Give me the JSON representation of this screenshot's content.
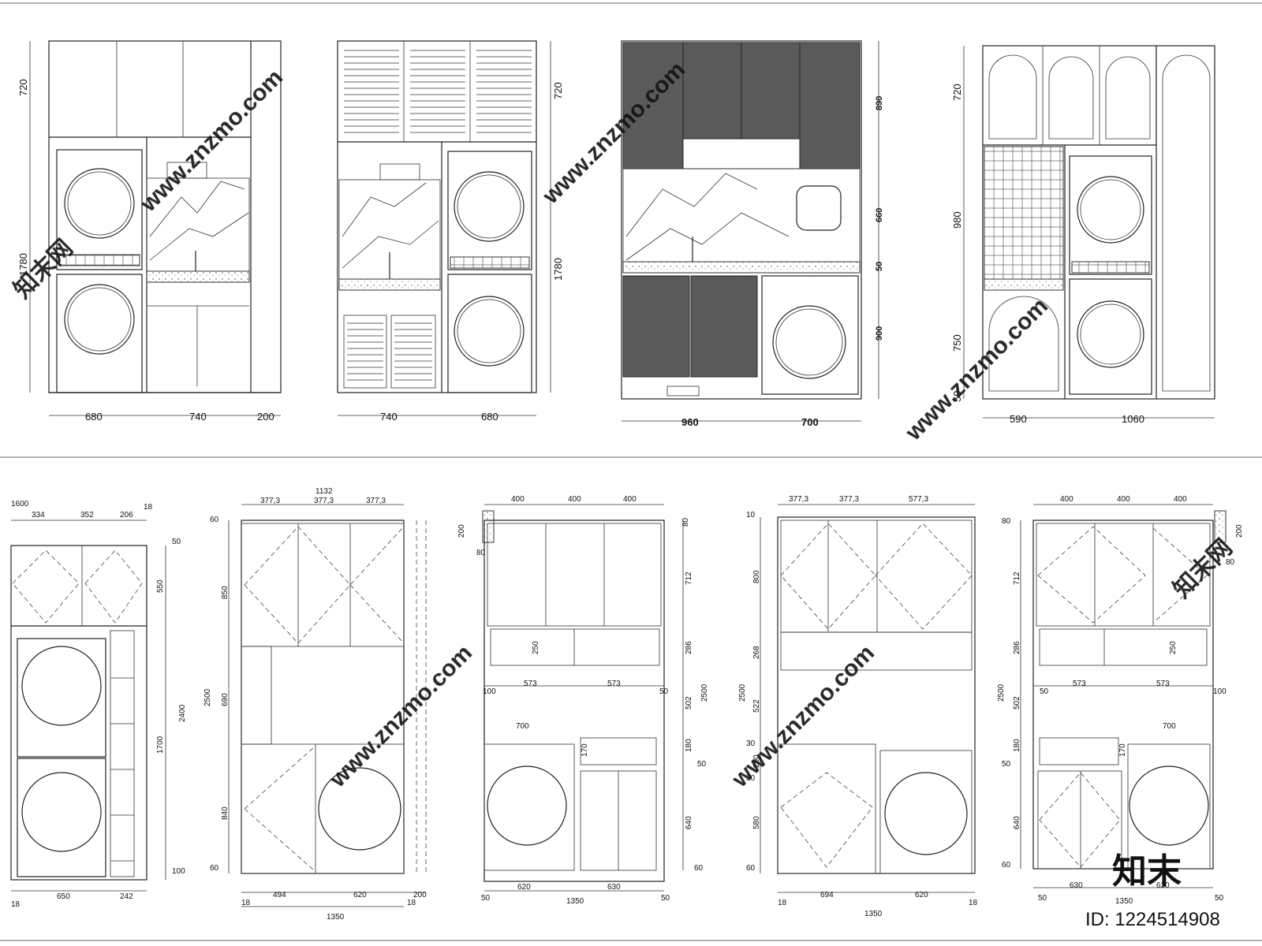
{
  "elevations_top": [
    {
      "id": "A",
      "heights": [
        "720",
        "1780"
      ],
      "widths": [
        "680",
        "740",
        "200"
      ]
    },
    {
      "id": "B",
      "heights": [
        "720",
        "1780"
      ],
      "widths": [
        "740",
        "680"
      ]
    },
    {
      "id": "C",
      "heights": [
        "890",
        "660",
        "50",
        "900"
      ],
      "widths": [
        "960",
        "700"
      ]
    },
    {
      "id": "D",
      "heights": [
        "720",
        "980",
        "750",
        "50"
      ],
      "widths": [
        "590",
        "1060"
      ]
    }
  ],
  "elevations_bottom": [
    {
      "id": "E",
      "top": [
        "1600",
        "334",
        "352",
        "206",
        "18"
      ],
      "right": [
        "50",
        "550",
        "2400",
        "1700",
        "100"
      ],
      "bottom": [
        "18",
        "650",
        "242"
      ]
    },
    {
      "id": "F",
      "top": [
        "1132",
        "377,3",
        "377,3",
        "377,3"
      ],
      "left": [
        "60",
        "850",
        "2500",
        "690",
        "840",
        "60"
      ],
      "bottom": [
        "18",
        "494",
        "620",
        "200",
        "18",
        "1350"
      ]
    },
    {
      "id": "G",
      "top": [
        "400",
        "400",
        "400"
      ],
      "side": [
        "200",
        "80",
        "80",
        "712",
        "286",
        "250",
        "502",
        "2500",
        "180",
        "170",
        "50",
        "640",
        "60"
      ],
      "mid": [
        "100",
        "573",
        "573",
        "50"
      ],
      "sink": "700",
      "bottom": [
        "50",
        "620",
        "630",
        "1350",
        "50"
      ]
    },
    {
      "id": "H",
      "top": [
        "377,3",
        "377,3",
        "577,3"
      ],
      "left": [
        "10",
        "800",
        "268",
        "2500",
        "522",
        "30",
        "200",
        "30",
        "580",
        "60"
      ],
      "bottom": [
        "18",
        "694",
        "620",
        "18",
        "1350"
      ]
    },
    {
      "id": "I",
      "top": [
        "400",
        "400",
        "400"
      ],
      "side": [
        "80",
        "200",
        "80",
        "712",
        "286",
        "250",
        "2500",
        "502",
        "180",
        "170",
        "50",
        "640",
        "60"
      ],
      "mid": [
        "50",
        "573",
        "573",
        "100"
      ],
      "sink": "700",
      "bottom": [
        "50",
        "630",
        "620",
        "1350",
        "50"
      ]
    }
  ],
  "watermark": {
    "url": "www.znzmo.com",
    "brand": "知末网",
    "logo": "知末",
    "id": "ID: 1224514908"
  }
}
